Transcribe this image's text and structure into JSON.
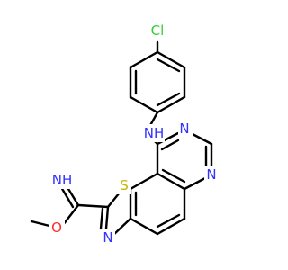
{
  "structure": {
    "atoms": {
      "cl": {
        "text": "Cl",
        "color": "#33cc33"
      },
      "nh": {
        "text": "NH",
        "color": "#3333ff"
      },
      "n_pyr_top": {
        "text": "N",
        "color": "#3333ff"
      },
      "n_pyr_bot": {
        "text": "N",
        "color": "#3333ff"
      },
      "s": {
        "text": "S",
        "color": "#c8b400"
      },
      "n_thz": {
        "text": "N",
        "color": "#3333ff"
      },
      "imine": {
        "text": "NH",
        "color": "#3333ff"
      },
      "o": {
        "text": "O",
        "color": "#ff2a2a"
      }
    },
    "bond_color": "#000000"
  }
}
